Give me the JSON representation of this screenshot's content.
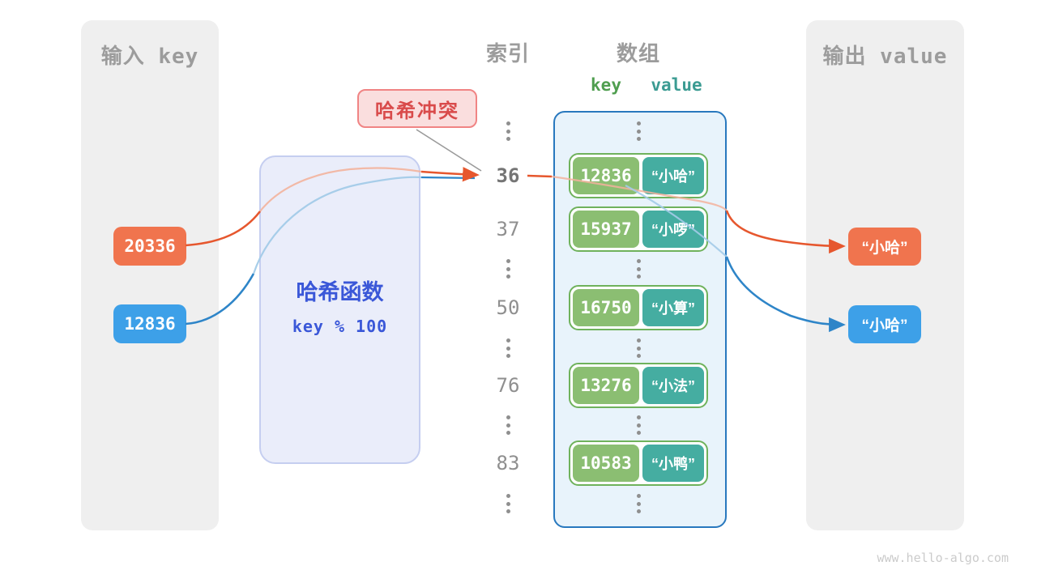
{
  "input_panel": {
    "title": "输入 key",
    "keys": [
      {
        "value": "20336",
        "color": "orange"
      },
      {
        "value": "12836",
        "color": "blue"
      }
    ]
  },
  "hash_function": {
    "title": "哈希函数",
    "formula": "key % 100"
  },
  "collision_badge": {
    "label": "哈希冲突"
  },
  "index_column": {
    "title": "索引",
    "indices": [
      "36",
      "37",
      "50",
      "76",
      "83"
    ]
  },
  "array_panel": {
    "title": "数组",
    "key_header": "key",
    "value_header": "value",
    "rows": [
      {
        "key": "12836",
        "value": "“小哈”"
      },
      {
        "key": "15937",
        "value": "“小啰”"
      },
      {
        "key": "16750",
        "value": "“小算”"
      },
      {
        "key": "13276",
        "value": "“小法”"
      },
      {
        "key": "10583",
        "value": "“小鸭”"
      }
    ]
  },
  "output_panel": {
    "title": "输出 value",
    "values": [
      {
        "value": "“小哈”",
        "color": "orange"
      },
      {
        "value": "“小哈”",
        "color": "blue"
      }
    ]
  },
  "watermark": "www.hello-algo.com",
  "colors": {
    "orange": "#F0744E",
    "blue": "#3DA0E8",
    "orange_stroke": "#E6572E",
    "blue_stroke": "#2E85C8",
    "key_green": "#8BBE72",
    "value_teal": "#45ADA1",
    "row_border": "#6FB25C",
    "array_border": "#2878BE",
    "hash_text": "#3A57D8",
    "badge_text": "#D94B4B",
    "panel_bg": "#EFEFEF"
  }
}
